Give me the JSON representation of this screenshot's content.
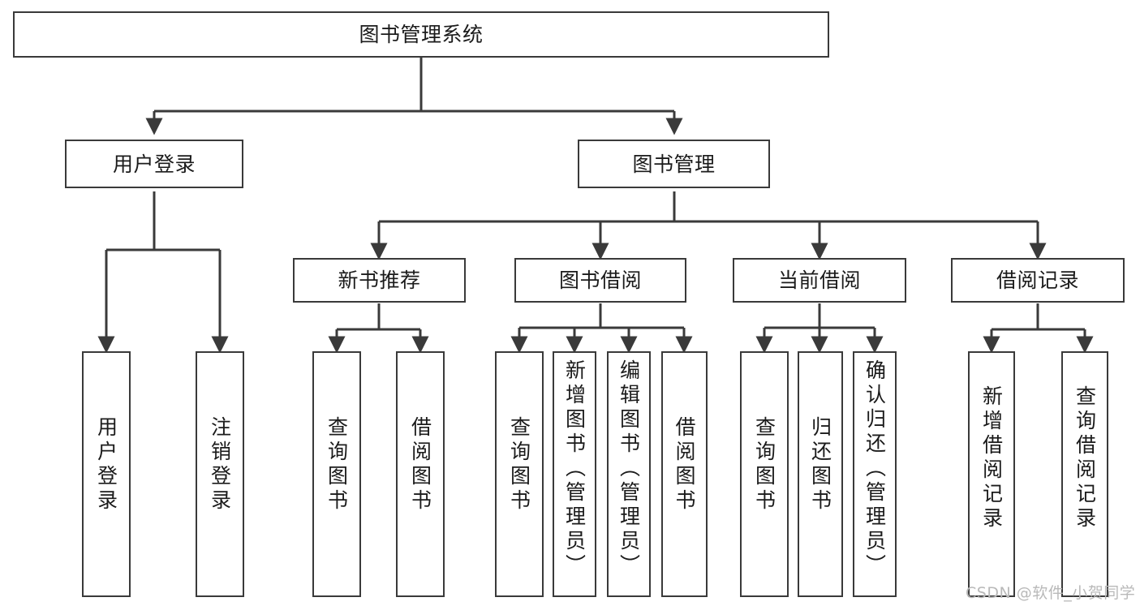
{
  "diagram": {
    "title": "图书管理系统",
    "type": "tree-hierarchy",
    "nodes": {
      "root": {
        "label": "图书管理系统"
      },
      "level2": [
        {
          "id": "user-login",
          "label": "用户登录"
        },
        {
          "id": "book-management",
          "label": "图书管理"
        }
      ],
      "level3": [
        {
          "id": "new-book-recommend",
          "label": "新书推荐"
        },
        {
          "id": "book-borrow",
          "label": "图书借阅"
        },
        {
          "id": "current-borrow",
          "label": "当前借阅"
        },
        {
          "id": "borrow-record",
          "label": "借阅记录"
        }
      ],
      "leaves": [
        {
          "id": "leaf-user-login",
          "label": "用户登录",
          "parent": "user-login"
        },
        {
          "id": "leaf-logout-login",
          "label": "注销登录",
          "parent": "user-login"
        },
        {
          "id": "leaf-query-book-1",
          "label": "查询图书",
          "parent": "new-book-recommend"
        },
        {
          "id": "leaf-borrow-book-1",
          "label": "借阅图书",
          "parent": "new-book-recommend"
        },
        {
          "id": "leaf-query-book-2",
          "label": "查询图书",
          "parent": "book-borrow"
        },
        {
          "id": "leaf-add-book",
          "label": "新增图书（管理员）",
          "parent": "book-borrow"
        },
        {
          "id": "leaf-edit-book",
          "label": "编辑图书（管理员）",
          "parent": "book-borrow"
        },
        {
          "id": "leaf-borrow-book-2",
          "label": "借阅图书",
          "parent": "book-borrow"
        },
        {
          "id": "leaf-query-book-3",
          "label": "查询图书",
          "parent": "current-borrow"
        },
        {
          "id": "leaf-return-book",
          "label": "归还图书",
          "parent": "current-borrow"
        },
        {
          "id": "leaf-confirm-return",
          "label": "确认归还（管理员）",
          "parent": "current-borrow"
        },
        {
          "id": "leaf-add-record",
          "label": "新增借阅记录",
          "parent": "borrow-record"
        },
        {
          "id": "leaf-query-record",
          "label": "查询借阅记录",
          "parent": "borrow-record"
        }
      ]
    },
    "colors": {
      "border": "#3a3a3a",
      "background": "#ffffff",
      "text": "#1b1b1b",
      "watermark": "#b9b9b9"
    }
  },
  "watermark": {
    "text": "CSDN @软件_小贺同学"
  }
}
